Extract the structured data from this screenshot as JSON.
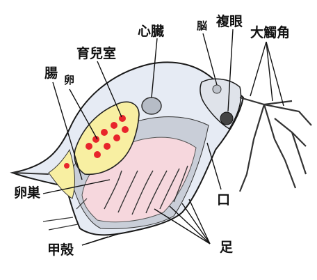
{
  "labels": {
    "heart": "心臓",
    "brain": "脳",
    "compound_eye": "複眼",
    "antenna": "大觸角",
    "brood_chamber": "育兒室",
    "intestine": "腸",
    "egg": "卵",
    "ovary": "卵巣",
    "mouth": "口",
    "carapace": "甲殻",
    "legs": "足"
  },
  "colors": {
    "background": "#ffffff",
    "outline": "#1a1a1a",
    "carapace_fill": "#e6ebf4",
    "body_shade": "#c9ced8",
    "brood_fill": "#f8efa2",
    "gut_fill": "#f6d7dd",
    "egg": "#e8242b",
    "heart": "#b6bcc6"
  }
}
